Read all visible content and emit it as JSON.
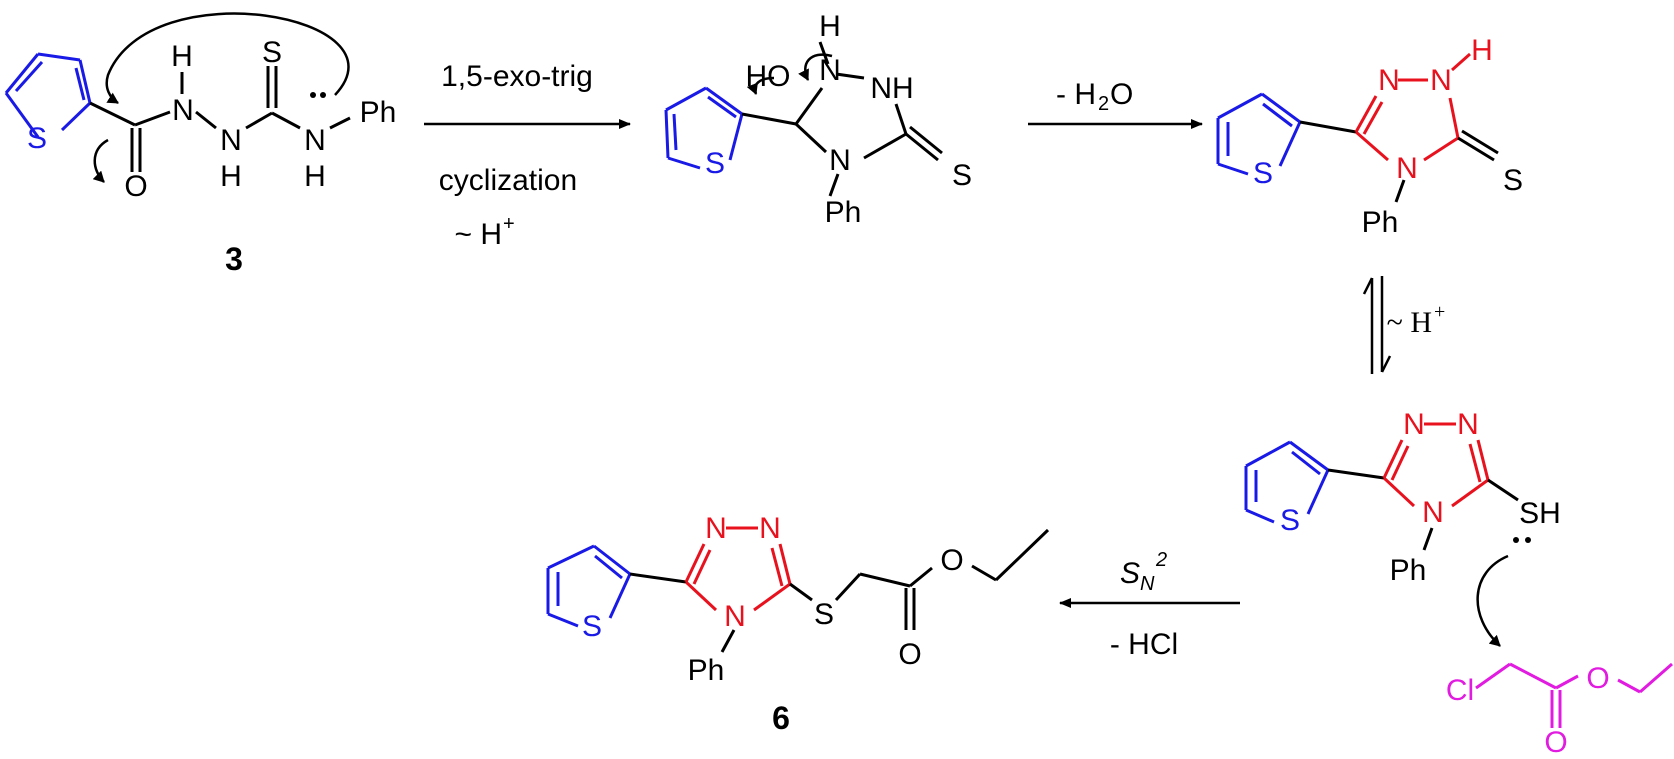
{
  "colors": {
    "black": "#000000",
    "thiophene": "#1a1ae6",
    "triazole": "#e8121e",
    "reagent": "#e11be0"
  },
  "compound_3": {
    "label": "3",
    "atoms": {
      "S_ring": "S",
      "O": "O",
      "N1": "N",
      "N2": "N",
      "N3": "N",
      "S_thio": "S",
      "H1": "H",
      "H2": "H",
      "H3": "H",
      "Ph": "Ph"
    }
  },
  "intermediate": {
    "atoms": {
      "S_ring": "S",
      "HO": "HO",
      "H": "H",
      "N1": "N",
      "NH": "NH",
      "N4": "N",
      "S_thio": "S",
      "Ph": "Ph"
    }
  },
  "thione": {
    "atoms": {
      "S_ring": "S",
      "N1": "N",
      "N2": "N",
      "H": "H",
      "N4": "N",
      "S_thio": "S",
      "Ph": "Ph"
    }
  },
  "thiol": {
    "atoms": {
      "S_ring": "S",
      "N1": "N",
      "N2": "N",
      "N4": "N",
      "SH": "SH",
      "Ph": "Ph"
    }
  },
  "reagent": {
    "atoms": {
      "Cl": "Cl",
      "O1": "O",
      "O2": "O"
    }
  },
  "compound_6": {
    "label": "6",
    "atoms": {
      "S_ring": "S",
      "N1": "N",
      "N2": "N",
      "N4": "N",
      "S_link": "S",
      "O1": "O",
      "O2": "O",
      "Ph": "Ph"
    }
  },
  "arrows": {
    "step1_top": "1,5-exo-trig",
    "step1_mid": "cyclization",
    "step1_bottom_sym": "~ H",
    "step1_bottom_sup": "+",
    "step2_top": "- H",
    "step2_sub": "2",
    "step2_tail": "O",
    "equil_sym": "~ H",
    "equil_sup": "+",
    "step4_S": "S",
    "step4_N": "N",
    "step4_2": "2",
    "step4_bottom": "- HCl"
  }
}
